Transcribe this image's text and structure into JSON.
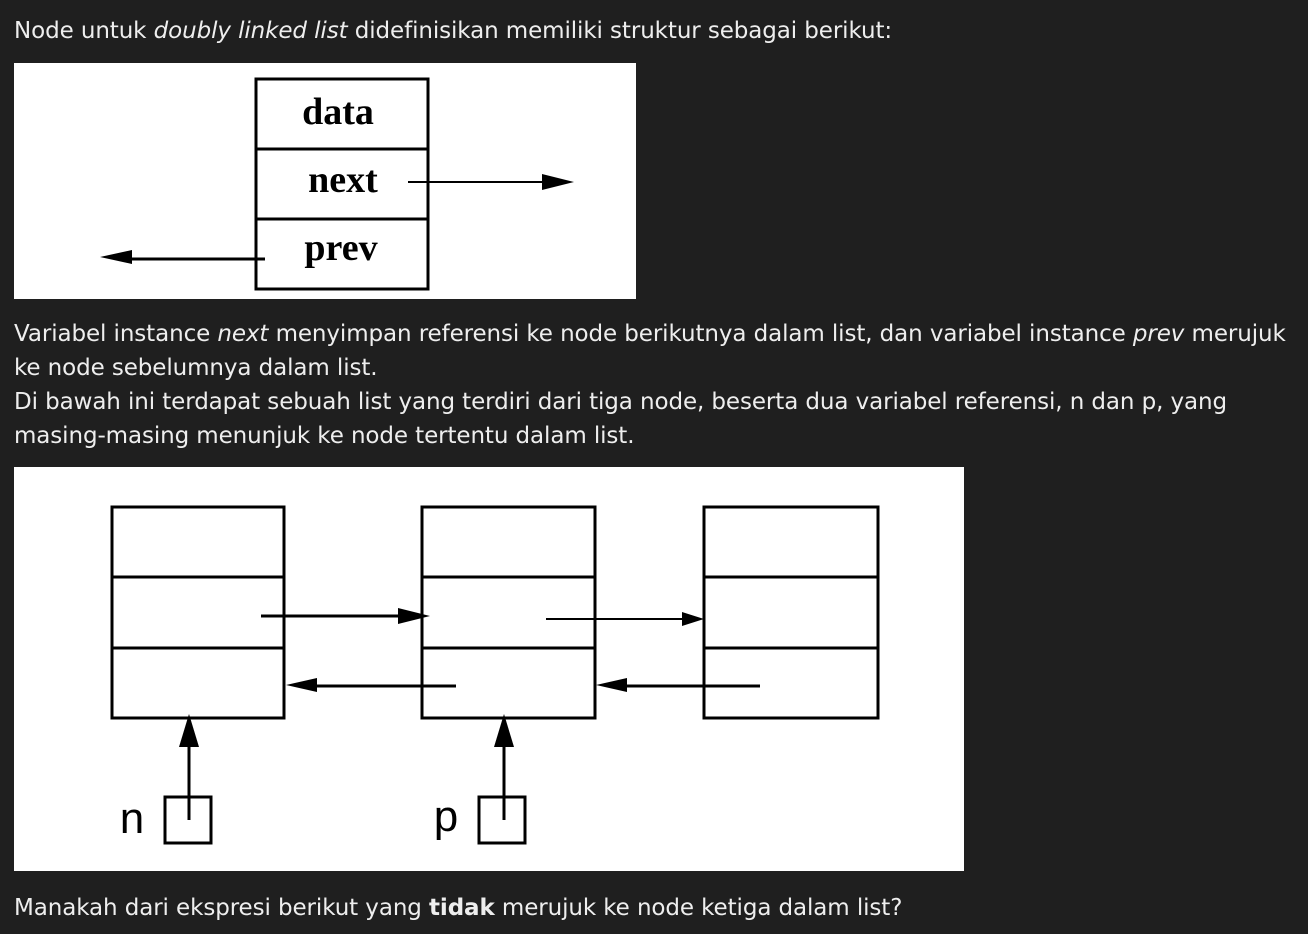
{
  "intro": {
    "before": "Node untuk ",
    "italic": "doubly linked list",
    "after": " didefinisikan memiliki struktur sebagai berikut:"
  },
  "node_diagram": {
    "fields": [
      "data",
      "next",
      "prev"
    ]
  },
  "explanation": {
    "l1_before": "Variabel instance ",
    "l1_italic_next": "next",
    "l1_middle": " menyimpan referensi ke node berikutnya dalam list, dan variabel instance ",
    "l1_italic_prev": "prev",
    "l2": " merujuk ke node sebelumnya dalam list.",
    "l3": "Di bawah ini terdapat sebuah list yang terdiri dari tiga node, beserta dua variabel referensi, n dan p, yang masing-masing menunjuk ke node tertentu dalam list."
  },
  "list_diagram": {
    "ref_vars": [
      "n",
      "p"
    ]
  },
  "question": {
    "before": "Manakah dari ekspresi berikut yang ",
    "bold": "tidak",
    "after": " merujuk ke node ketiga dalam list?"
  }
}
